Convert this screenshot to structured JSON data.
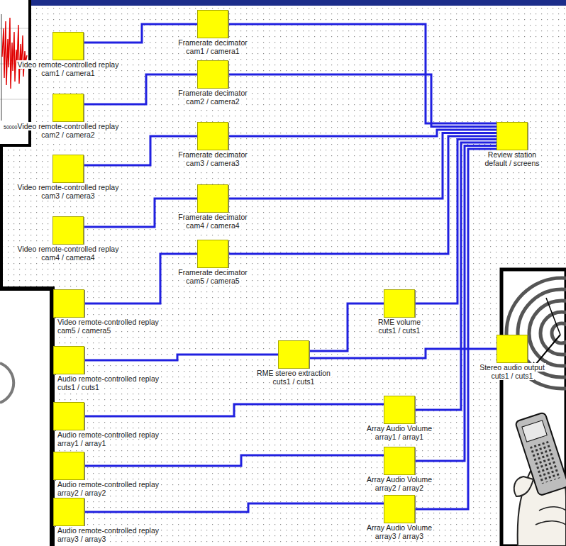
{
  "diagram": {
    "nodes": [
      {
        "text": [
          "Video remote-controlled replay",
          "cam1 / camera1"
        ]
      },
      {
        "text": [
          "Video remote-controlled replay",
          "cam2 / camera2"
        ]
      },
      {
        "text": [
          "Video remote-controlled replay",
          "cam3 / camera3"
        ]
      },
      {
        "text": [
          "Video remote-controlled replay",
          "cam4 / camera4"
        ]
      },
      {
        "text": [
          "Video remote-controlled replay",
          "cam5 / camera5"
        ]
      },
      {
        "text": [
          "Audio remote-controlled replay",
          "cuts1 / cuts1"
        ]
      },
      {
        "text": [
          "Audio remote-controlled replay",
          "array1 / array1"
        ]
      },
      {
        "text": [
          "Audio remote-controlled replay",
          "array2 / array2"
        ]
      },
      {
        "text": [
          "Audio remote-controlled replay",
          "array3 / array3"
        ]
      },
      {
        "text": [
          "Framerate decimator",
          "cam1 / camera1"
        ]
      },
      {
        "text": [
          "Framerate decimator",
          "cam2 / camera2"
        ]
      },
      {
        "text": [
          "Framerate decimator",
          "cam3 / camera3"
        ]
      },
      {
        "text": [
          "Framerate decimator",
          "cam4 / camera4"
        ]
      },
      {
        "text": [
          "Framerate decimator",
          "cam5 / camera5"
        ]
      },
      {
        "text": [
          "Review station",
          "default / screens"
        ]
      },
      {
        "text": [
          "RME volume",
          "cuts1 / cuts1"
        ]
      },
      {
        "text": [
          "RME stereo extraction",
          "cuts1 / cuts1"
        ]
      },
      {
        "text": [
          "Stereo audio output",
          "cuts1 / cuts1"
        ]
      },
      {
        "text": [
          "Array Audio Volume",
          "array1 / array1"
        ]
      },
      {
        "text": [
          "Array Audio Volume",
          "array2 / array2"
        ]
      },
      {
        "text": [
          "Array Audio Volume",
          "array3 / array3"
        ]
      }
    ],
    "edges": [
      {
        "from": 0,
        "to": 9,
        "arrow": "none"
      },
      {
        "from": 1,
        "to": 10,
        "arrow": "none"
      },
      {
        "from": 2,
        "to": 11,
        "arrow": "none"
      },
      {
        "from": 3,
        "to": 12,
        "arrow": "none"
      },
      {
        "from": 4,
        "to": 13,
        "arrow": "none"
      },
      {
        "from": 9,
        "to": 14,
        "arrow": "none"
      },
      {
        "from": 10,
        "to": 14,
        "arrow": "none"
      },
      {
        "from": 11,
        "to": 14,
        "arrow": "none"
      },
      {
        "from": 12,
        "to": 14,
        "arrow": "none"
      },
      {
        "from": 13,
        "to": 14,
        "arrow": "none"
      },
      {
        "from": 5,
        "to": 16,
        "arrow": "none"
      },
      {
        "from": 16,
        "to": 15,
        "arrow": "none"
      },
      {
        "from": 16,
        "to": 17,
        "arrow": "none"
      },
      {
        "from": 15,
        "to": 14,
        "arrow": "none"
      },
      {
        "from": 6,
        "to": 18,
        "arrow": "none"
      },
      {
        "from": 7,
        "to": 19,
        "arrow": "none"
      },
      {
        "from": 8,
        "to": 20,
        "arrow": "none"
      },
      {
        "from": 18,
        "to": 14,
        "arrow": "none"
      },
      {
        "from": 19,
        "to": 14,
        "arrow": "none"
      },
      {
        "from": 20,
        "to": 14,
        "arrow": "none"
      }
    ],
    "labels": [
      "50000"
    ]
  }
}
